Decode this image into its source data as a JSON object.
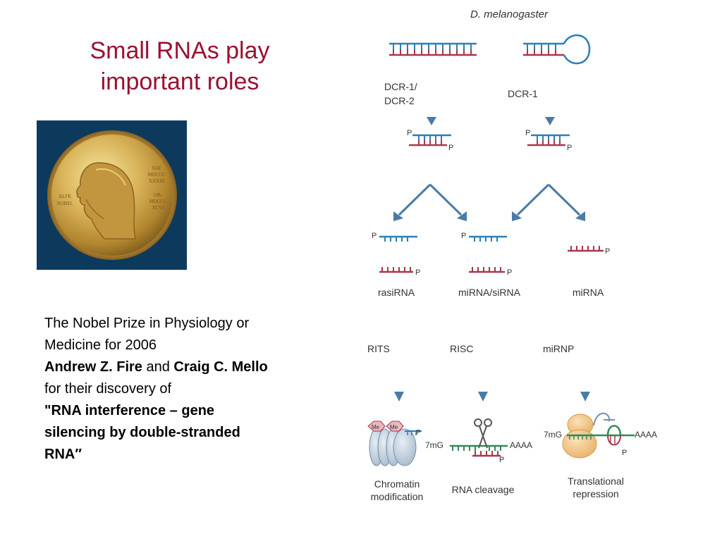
{
  "slide": {
    "title_line1": "Small RNAs play",
    "title_line2": "important roles",
    "prize": {
      "line1": "The Nobel Prize in Physiology or",
      "line2": "Medicine for 2006",
      "laureate1": "Andrew Z. Fire",
      "and": "and",
      "laureate2": "Craig C. Mello",
      "line4": "for their discovery of",
      "discovery_line1": "\"RNA interference – gene",
      "discovery_line2": "silencing by double-stranded",
      "discovery_line3": "RNA″"
    },
    "medal": {
      "inscription_left1": "ALFR",
      "inscription_left2": "NOBEL",
      "inscription_right1": "NAT",
      "inscription_right2": "MDCCC",
      "inscription_right3": "XXXIII",
      "inscription_right4": "OB.",
      "inscription_right5": "MDCCC",
      "inscription_right6": "XCVI"
    }
  },
  "figure": {
    "organism": "D. melanogaster",
    "enzyme_left": [
      "DCR-1/",
      "DCR-2"
    ],
    "enzyme_right": "DCR-1",
    "phosphate": "P",
    "products": [
      "rasiRNA",
      "miRNA/siRNA",
      "miRNA"
    ],
    "complexes": [
      "RITS",
      "RISC",
      "miRNP"
    ],
    "cap": "7mG",
    "polyA": "AAAA",
    "methyl": "Me",
    "outcomes": [
      [
        "Chromatin",
        "modification"
      ],
      [
        "RNA cleavage"
      ],
      [
        "Translational",
        "repression"
      ]
    ],
    "colors": {
      "title": "#9b1030",
      "blue_strand": "#2a7fb8",
      "red_strand": "#a8384a",
      "green_strand": "#2e8b57",
      "arrow": "#4a7ba6",
      "medal_bg": "#0d3a5c"
    }
  }
}
